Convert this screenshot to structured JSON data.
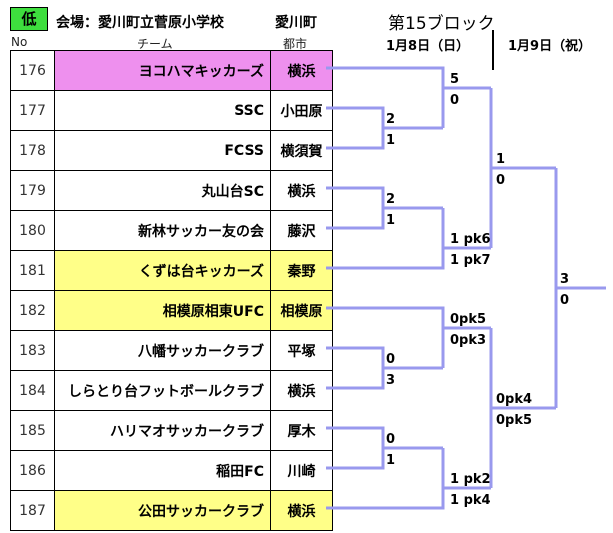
{
  "header": {
    "level": "低",
    "venue": "会場：愛川町立菅原小学校",
    "town": "愛川町",
    "block": "第15ブロック",
    "date1": "1月8日（日）",
    "date2": "1月9日（祝）"
  },
  "columns": {
    "no": "No",
    "team": "チーム",
    "city": "都市"
  },
  "teams": [
    {
      "no": "176",
      "name": "ヨコハマキッカーズ",
      "city": "横浜"
    },
    {
      "no": "177",
      "name": "SSC",
      "city": "小田原"
    },
    {
      "no": "178",
      "name": "FCSS",
      "city": "横須賀"
    },
    {
      "no": "179",
      "name": "丸山台SC",
      "city": "横浜"
    },
    {
      "no": "180",
      "name": "新林サッカー友の会",
      "city": "藤沢"
    },
    {
      "no": "181",
      "name": "くずは台キッカーズ",
      "city": "秦野"
    },
    {
      "no": "182",
      "name": "相模原相東UFC",
      "city": "相模原"
    },
    {
      "no": "183",
      "name": "八幡サッカークラブ",
      "city": "平塚"
    },
    {
      "no": "184",
      "name": "しらとり台フットボールクラブ",
      "city": "横浜"
    },
    {
      "no": "185",
      "name": "ハリマオサッカークラブ",
      "city": "厚木"
    },
    {
      "no": "186",
      "name": "稲田FC",
      "city": "川崎"
    },
    {
      "no": "187",
      "name": "公田サッカークラブ",
      "city": "横浜"
    }
  ],
  "scores": {
    "m1a": "2",
    "m1b": "1",
    "m2a": "2",
    "m2b": "1",
    "m3a": "0",
    "m3b": "3",
    "m4a": "0",
    "m4b": "1",
    "r2a": "5",
    "r2b": "0",
    "r2c": "1 pk6",
    "r2d": "1 pk7",
    "r2e": "0pk5",
    "r2f": "0pk3",
    "r2g": "1 pk2",
    "r2h": "1 pk4",
    "sfa": "1",
    "sfb": "0",
    "sfc": "0pk4",
    "sfd": "0pk5",
    "fa": "3",
    "fb": "0"
  },
  "colors": {
    "bracket": "#9999ee",
    "pink": "#ee90ee",
    "yellow": "#ffff88",
    "badge": "#3ede3e"
  }
}
